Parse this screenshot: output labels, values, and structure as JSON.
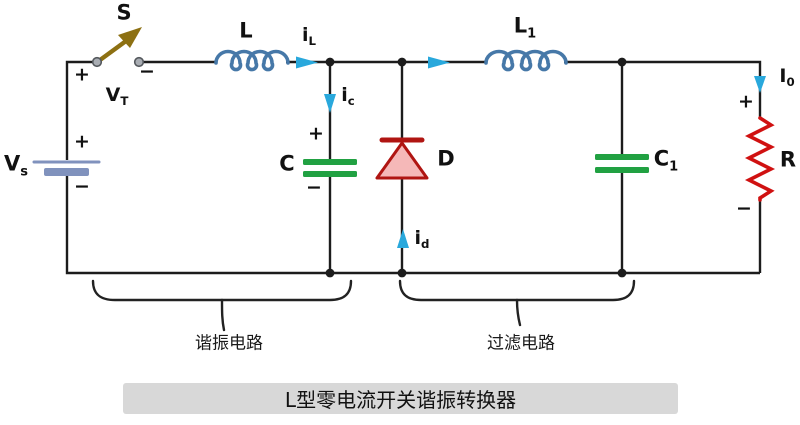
{
  "title": "L型零电流开关谐振转换器",
  "annotations": {
    "resonant_label": "谐振电路",
    "filter_label": "过滤电路"
  },
  "labels": {
    "S": "S",
    "switch_plus": "+",
    "switch_minus": "−",
    "VT": {
      "main": "V",
      "sub": "T"
    },
    "Vs": {
      "main": "V",
      "sub": "s"
    },
    "source_plus": "+",
    "source_minus": "−",
    "L": "L",
    "iL": {
      "main": "i",
      "sub": "L"
    },
    "ic": {
      "main": "i",
      "sub": "c"
    },
    "C": "C",
    "capC_plus": "+",
    "capC_minus": "−",
    "D": "D",
    "id": {
      "main": "i",
      "sub": "d"
    },
    "L1": {
      "main": "L",
      "sub": "1"
    },
    "C1": {
      "main": "C",
      "sub": "1"
    },
    "I0": {
      "main": "I",
      "sub": "0"
    },
    "R": "R",
    "res_plus": "+",
    "res_minus": "−"
  },
  "colors": {
    "wire": "#1c1c1c",
    "coil": "#4678a8",
    "capacitor": "#21a142",
    "diode_fill": "#f5b8b8",
    "diode_stroke": "#b01512",
    "resistor": "#d01111",
    "battery": "#8092bd",
    "switch_lever": "#8d7012",
    "current_arrow": "#29a8dc",
    "title_bg": "#d8d8d8",
    "text": "#111111"
  }
}
